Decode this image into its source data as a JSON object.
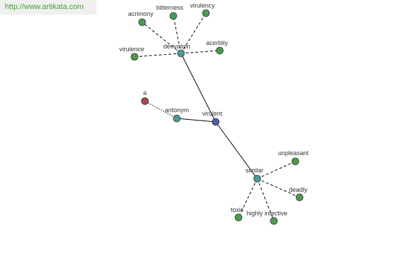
{
  "source_link": {
    "text": "http://www.artikata.com"
  },
  "colors": {
    "central": "#4f5fa8",
    "relation": "#4a9a9a",
    "word": "#4e9a4e",
    "letter": "#a84a4a"
  },
  "nodes": [
    {
      "id": "virulent",
      "label": "virulent",
      "kind": "central"
    },
    {
      "id": "derivation",
      "label": "derivation",
      "kind": "relation"
    },
    {
      "id": "antonym",
      "label": "antonym",
      "kind": "relation"
    },
    {
      "id": "similar",
      "label": "similar",
      "kind": "relation"
    },
    {
      "id": "acrimony",
      "label": "acrimony",
      "kind": "word"
    },
    {
      "id": "bitterness",
      "label": "bitterness",
      "kind": "word"
    },
    {
      "id": "virulency",
      "label": "virulency",
      "kind": "word"
    },
    {
      "id": "acerbity",
      "label": "acerbity",
      "kind": "word"
    },
    {
      "id": "virulence",
      "label": "virulence",
      "kind": "word"
    },
    {
      "id": "a",
      "label": "a",
      "kind": "letter"
    },
    {
      "id": "unpleasant",
      "label": "unpleasant",
      "kind": "word"
    },
    {
      "id": "deadly",
      "label": "deadly",
      "kind": "word"
    },
    {
      "id": "highly_infective",
      "label": "highly infective",
      "kind": "word"
    },
    {
      "id": "toxic",
      "label": "toxic",
      "kind": "word"
    }
  ],
  "edges": [
    {
      "from": "virulent",
      "to": "derivation",
      "style": "solid"
    },
    {
      "from": "virulent",
      "to": "antonym",
      "style": "solid"
    },
    {
      "from": "virulent",
      "to": "similar",
      "style": "solid"
    },
    {
      "from": "derivation",
      "to": "acrimony",
      "style": "dashed"
    },
    {
      "from": "derivation",
      "to": "bitterness",
      "style": "dashed"
    },
    {
      "from": "derivation",
      "to": "virulency",
      "style": "dashed"
    },
    {
      "from": "derivation",
      "to": "acerbity",
      "style": "dashed"
    },
    {
      "from": "derivation",
      "to": "virulence",
      "style": "dashed"
    },
    {
      "from": "antonym",
      "to": "a",
      "style": "dotted"
    },
    {
      "from": "similar",
      "to": "unpleasant",
      "style": "dashed"
    },
    {
      "from": "similar",
      "to": "deadly",
      "style": "dashed"
    },
    {
      "from": "similar",
      "to": "highly_infective",
      "style": "dashed"
    },
    {
      "from": "similar",
      "to": "toxic",
      "style": "dashed"
    }
  ]
}
